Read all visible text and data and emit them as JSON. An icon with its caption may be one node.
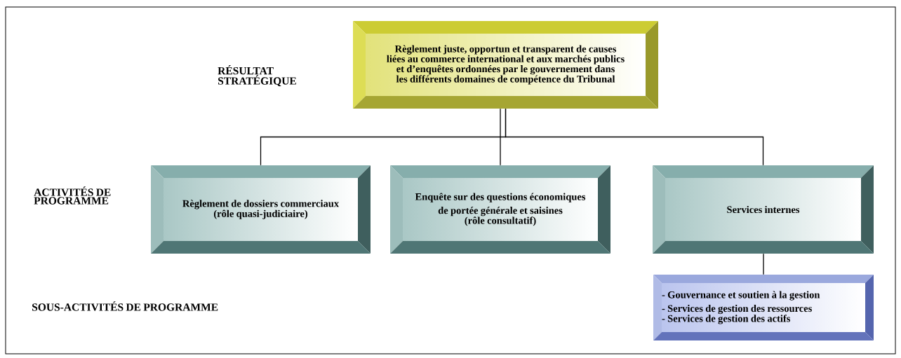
{
  "diagram": {
    "nodes": [
      {
        "text": [
          "Règlement juste, opportun et transparent de causes liées au commerce international et aux marchés publics et d’enquêtes ordonnées par le gouvernement dans les différents domaines de compétence du Tribunal"
        ]
      },
      {
        "text": [
          "Règlement de dossiers commerciaux",
          "(rôle quasi-judiciaire)"
        ]
      },
      {
        "text": [
          "Enquête sur des questions économiques de portée générale et saisines",
          "(rôle consultatif)"
        ]
      },
      {
        "text": [
          "Services internes"
        ]
      },
      {
        "text": [
          "- Gouvernance et soutien à la gestion",
          "- Services de gestion des ressources",
          "- Services de gestion des actifs"
        ]
      }
    ],
    "edges": [
      {
        "from": 0,
        "to": 1,
        "arrow": "none"
      },
      {
        "from": 0,
        "to": 2,
        "arrow": "none"
      },
      {
        "from": 0,
        "to": 3,
        "arrow": "none"
      },
      {
        "from": 3,
        "to": 4,
        "arrow": "none"
      }
    ],
    "labels": [
      "RÉSULTAT STRATÉGIQUE",
      "ACTIVITÉS DE PROGRAMME",
      "SOUS-ACTIVITÉS DE PROGRAMME"
    ]
  }
}
